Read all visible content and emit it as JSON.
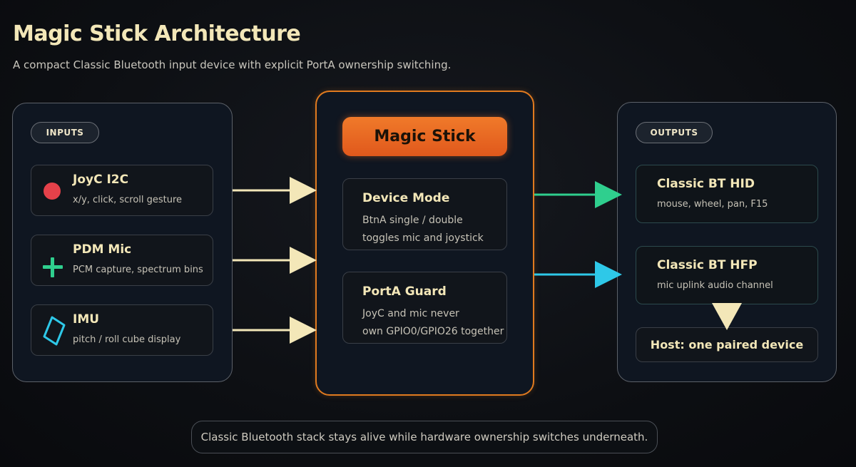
{
  "title": "Magic Stick Architecture",
  "subtitle": "A compact Classic Bluetooth input device with explicit PortA ownership switching.",
  "inputs": {
    "label": "INPUTS",
    "items": [
      {
        "title": "JoyC I2C",
        "desc": "x/y, click, scroll gesture",
        "icon": "red-circle-icon"
      },
      {
        "title": "PDM Mic",
        "desc": "PCM capture, spectrum bins",
        "icon": "green-plus-icon"
      },
      {
        "title": "IMU",
        "desc": "pitch / roll cube display",
        "icon": "cyan-diamond-icon"
      }
    ]
  },
  "center": {
    "header": "Magic Stick",
    "device_mode": {
      "title": "Device Mode",
      "line1": "BtnA single / double",
      "line2": "toggles mic and joystick"
    },
    "porta_guard": {
      "title": "PortA Guard",
      "line1": "JoyC and mic never",
      "line2": "own GPIO0/GPIO26 together"
    }
  },
  "outputs": {
    "label": "OUTPUTS",
    "hid": {
      "title": "Classic BT HID",
      "desc": "mouse, wheel, pan, F15"
    },
    "hfp": {
      "title": "Classic BT HFP",
      "desc": "mic uplink audio channel"
    },
    "host": "Host: one paired device"
  },
  "footer": "Classic Bluetooth stack stays alive while hardware ownership switches underneath.",
  "colors": {
    "accent_orange": "#e07a1f",
    "arrow_cream": "#f3e7b8",
    "arrow_green": "#2fcf8e",
    "arrow_cyan": "#2ec8e8",
    "red_icon": "#e5414a"
  }
}
